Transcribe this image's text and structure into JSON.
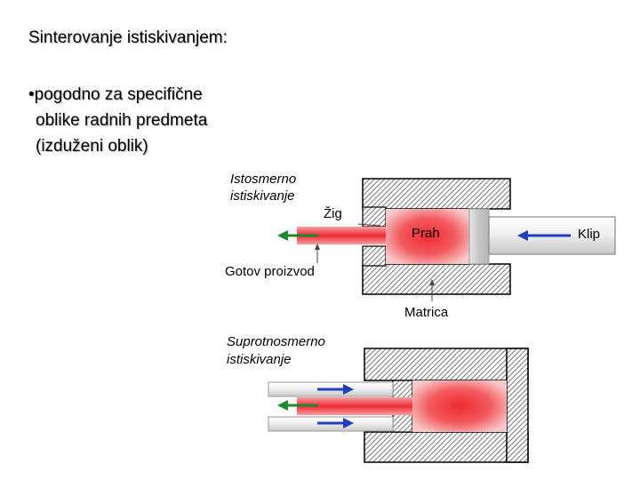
{
  "slide": {
    "title": "Sinterovanje istiskivanjem:",
    "bullet_lines": [
      "•pogodno za specifične",
      "oblike radnih predmeta",
      "(izduženi oblik)"
    ]
  },
  "diagram_top": {
    "caption_lines": [
      "Istosmerno",
      "istiskivanje"
    ],
    "labels": {
      "punch": "Žig",
      "powder": "Prah",
      "ram": "Klip",
      "product": "Gotov proizvod",
      "die": "Matrica"
    }
  },
  "diagram_bottom": {
    "caption_lines": [
      "Suprotnosmerno",
      "istiskivanje"
    ]
  },
  "colors": {
    "material_red": "#ee2a32",
    "product_arrow": "#1d8a2e",
    "ram_arrow": "#1f3fbf",
    "hatch": "#555555"
  }
}
